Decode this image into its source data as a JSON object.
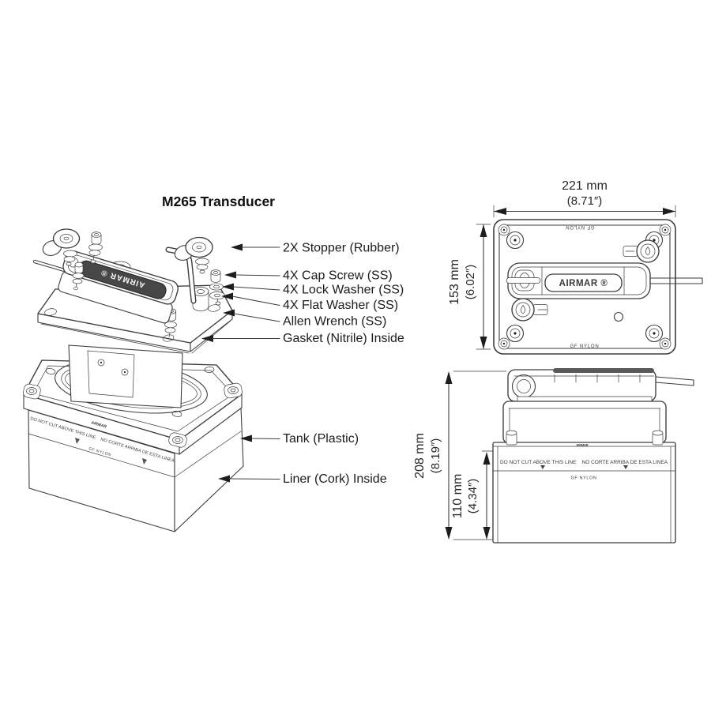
{
  "title": "M265 Transducer",
  "parts": {
    "stopper": "2X Stopper (Rubber)",
    "cap_screw": "4X Cap Screw (SS)",
    "lock_washer": "4X Lock Washer (SS)",
    "flat_washer": "4X Flat Washer (SS)",
    "allen_wrench": "Allen Wrench (SS)",
    "gasket": "Gasket (Nitrile) Inside",
    "tank": "Tank (Plastic)",
    "liner": "Liner (Cork) Inside"
  },
  "dimensions": {
    "width": {
      "mm": "221 mm",
      "inches": "(8.71″)"
    },
    "depth": {
      "mm": "153 mm",
      "inches": "(6.02″)"
    },
    "height": {
      "mm": "208 mm",
      "inches": "(8.19″)"
    },
    "tank_height": {
      "mm": "110 mm",
      "inches": "(4.34″)"
    }
  },
  "markings": {
    "brand": "AIRMAR ®",
    "brand_small": "AIRMAR",
    "do_not_cut": "DO NOT CUT ABOVE THIS LINE    NO CORTE ARRIBA DE ESTA LINEA",
    "material": "GF NYLON"
  }
}
